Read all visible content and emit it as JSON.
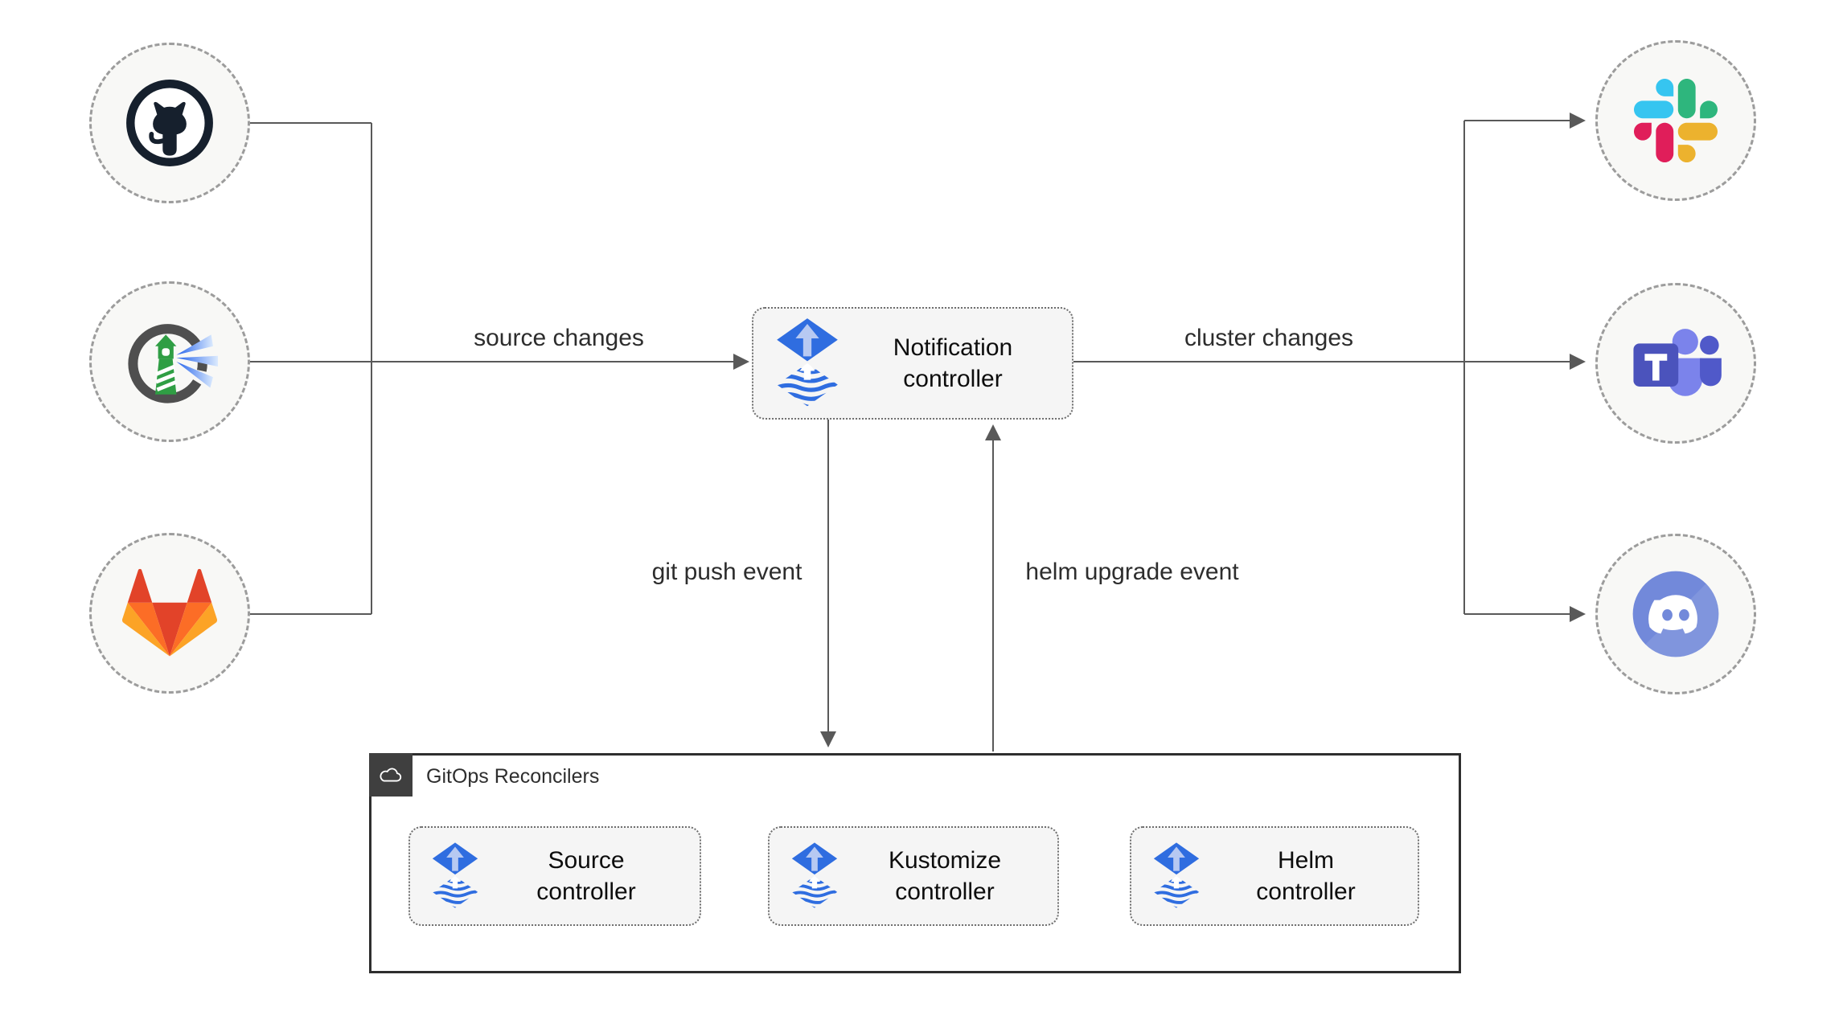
{
  "diagram": {
    "edge_labels": {
      "source_changes": "source changes",
      "cluster_changes": "cluster changes",
      "git_push_event": "git push event",
      "helm_upgrade_event": "helm upgrade event"
    },
    "nodes": {
      "notification_controller": "Notification\ncontroller",
      "source_controller": "Source\ncontroller",
      "kustomize_controller": "Kustomize\ncontroller",
      "helm_controller": "Helm\ncontroller",
      "reconcilers_group_title": "GitOps Reconcilers"
    },
    "source_icons": [
      "github-icon",
      "harbor-icon",
      "gitlab-icon"
    ],
    "target_icons": [
      "slack-icon",
      "teams-icon",
      "discord-icon"
    ],
    "controller_icon": "flux-icon",
    "group_icon": "cloud-icon",
    "colors": {
      "flux_blue": "#2f6de0",
      "flux_light_arrow": "#b7c9f2",
      "connector_line": "#595959",
      "controller_fill": "#f5f5f5",
      "circle_fill": "#f8f8f6",
      "group_border": "#2e2e2e",
      "group_tag_bg": "#3f3f3f",
      "github_dark": "#16202d",
      "harbor_green": "#2f9e44",
      "harbor_ring": "#4f4f4f",
      "harbor_beam": "#3b82f6",
      "gitlab_red": "#e24329",
      "gitlab_orange": "#fc6d26",
      "gitlab_yellow": "#fca326",
      "slack_blue": "#36c5f0",
      "slack_green": "#2eb67d",
      "slack_yellow": "#ecb22e",
      "slack_pink": "#e01e5a",
      "teams_dark_purple": "#4b53bc",
      "teams_light_purple": "#7b83eb",
      "teams_mid_purple": "#5059c9",
      "discord_blurple": "#7289da"
    }
  }
}
